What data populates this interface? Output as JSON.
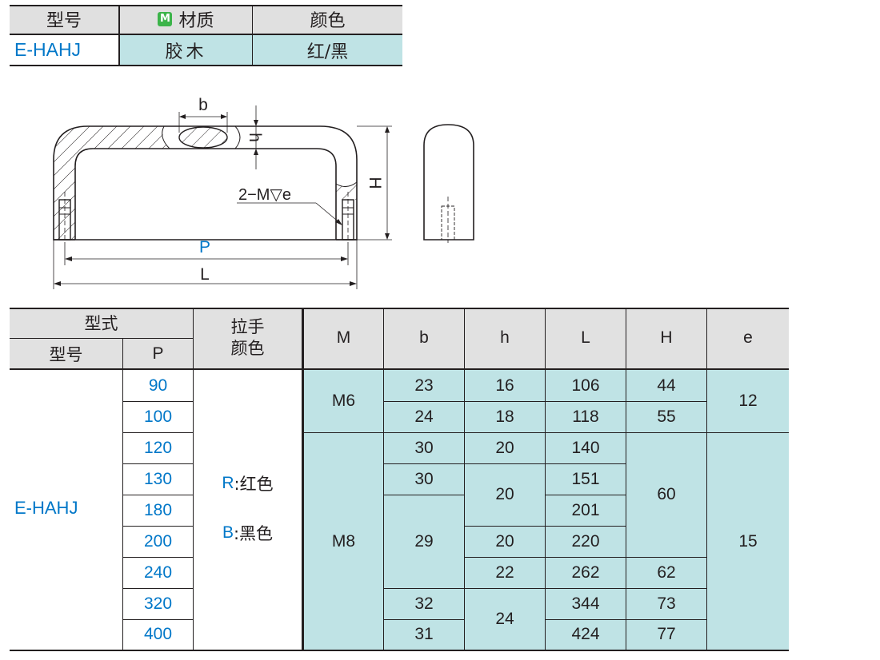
{
  "material_table": {
    "headers": {
      "model": "型号",
      "material_badge": "M",
      "material": "材质",
      "color": "颜色"
    },
    "row": {
      "model": "E-HAHJ",
      "material": "胶木",
      "color": "红/黑"
    }
  },
  "drawing": {
    "labels": {
      "b": "b",
      "h": "h",
      "H": "H",
      "P": "P",
      "L": "L",
      "thread": "2−M▽e"
    }
  },
  "spec_table": {
    "headers": {
      "type": "型式",
      "model": "型号",
      "P": "P",
      "handle_color": "拉手\n颜色",
      "M": "M",
      "b": "b",
      "h": "h",
      "L": "L",
      "H": "H",
      "e": "e"
    },
    "model": "E-HAHJ",
    "color_options": [
      {
        "code": "R",
        "name": ":红色"
      },
      {
        "code": "B",
        "name": ":黑色"
      }
    ],
    "P_values": [
      "90",
      "100",
      "120",
      "130",
      "180",
      "200",
      "240",
      "320",
      "400"
    ],
    "M_values": [
      "M6",
      "M8"
    ],
    "b_values": [
      "23",
      "24",
      "30",
      "30",
      "29",
      "32",
      "31"
    ],
    "h_values": [
      "16",
      "18",
      "20",
      "20",
      "20",
      "22",
      "24"
    ],
    "L_values": [
      "106",
      "118",
      "140",
      "151",
      "201",
      "220",
      "262",
      "344",
      "424"
    ],
    "H_values": [
      "44",
      "55",
      "60",
      "62",
      "73",
      "77"
    ],
    "e_values": [
      "12",
      "15"
    ]
  },
  "colors": {
    "header_gray": "#e1e1e1",
    "cyan": "#bfe3e5",
    "blue_text": "#0077c8",
    "badge_green": "#3cb44a"
  }
}
